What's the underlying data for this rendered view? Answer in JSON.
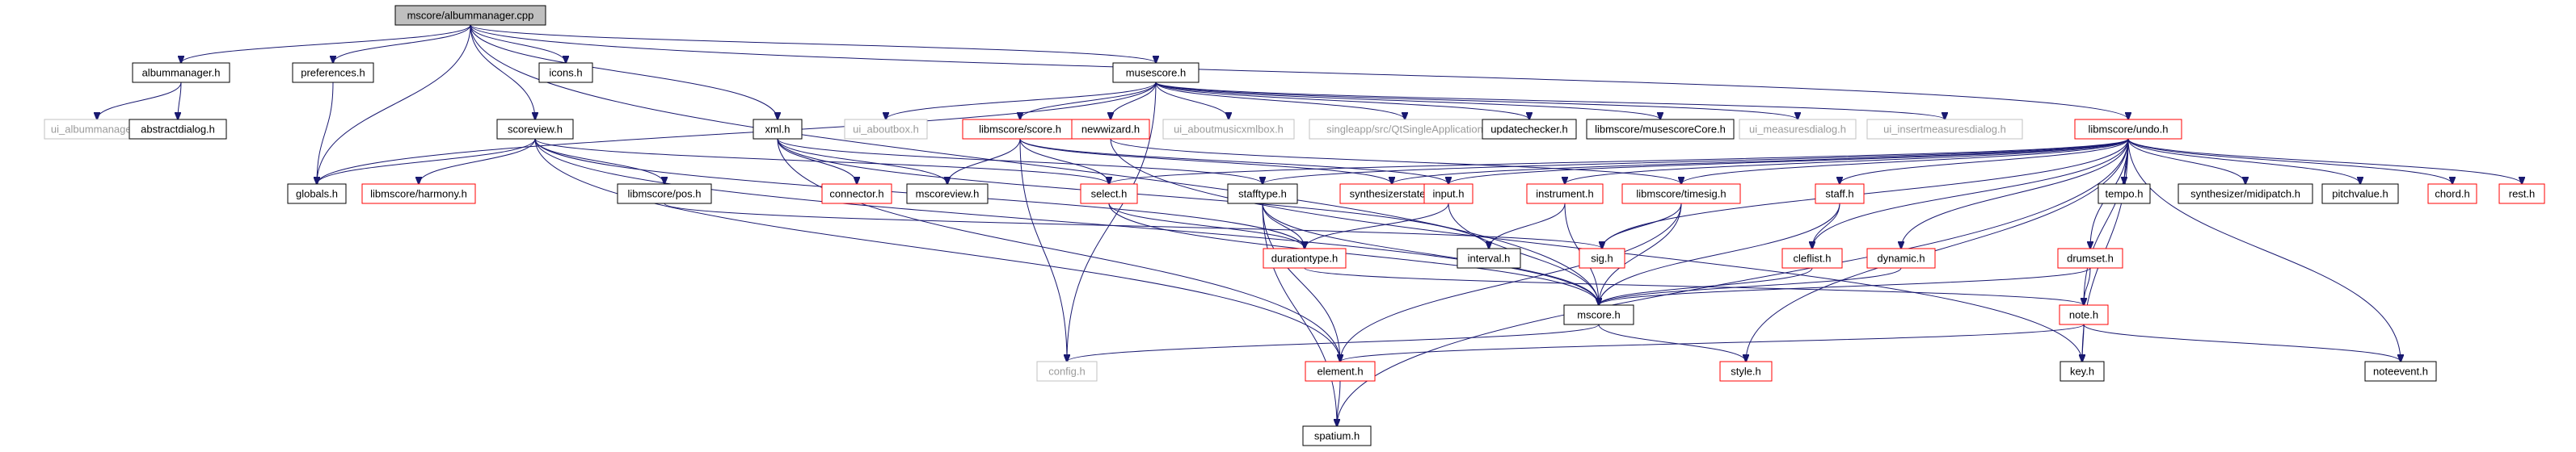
{
  "colors": {
    "edge": "#191970",
    "root_fill": "#bfbfbf",
    "normal_border": "#000000",
    "linked_border": "#ff0000",
    "ui_border": "#c0c0c0",
    "ui_text": "#9a9a9a"
  },
  "nodes": [
    {
      "id": "root",
      "label": "mscore/albummanager.cpp",
      "kind": "root"
    },
    {
      "id": "albummanager_h",
      "label": "albummanager.h",
      "kind": "normal"
    },
    {
      "id": "preferences_h",
      "label": "preferences.h",
      "kind": "normal"
    },
    {
      "id": "icons_h",
      "label": "icons.h",
      "kind": "normal"
    },
    {
      "id": "musescore_h",
      "label": "musescore.h",
      "kind": "normal"
    },
    {
      "id": "ui_albummanager_h",
      "label": "ui_albummanager.h",
      "kind": "ui"
    },
    {
      "id": "abstractdialog_h",
      "label": "abstractdialog.h",
      "kind": "normal"
    },
    {
      "id": "globals_h",
      "label": "globals.h",
      "kind": "normal"
    },
    {
      "id": "scoreview_h",
      "label": "scoreview.h",
      "kind": "normal"
    },
    {
      "id": "xml_h",
      "label": "xml.h",
      "kind": "normal"
    },
    {
      "id": "ui_aboutbox_h",
      "label": "ui_aboutbox.h",
      "kind": "ui"
    },
    {
      "id": "libmscore_score_h",
      "label": "libmscore/score.h",
      "kind": "linked"
    },
    {
      "id": "newwizard_h",
      "label": "newwizard.h",
      "kind": "linked"
    },
    {
      "id": "ui_aboutmusicxmlbox_h",
      "label": "ui_aboutmusicxmlbox.h",
      "kind": "ui"
    },
    {
      "id": "qtsingleapp",
      "label": "singleapp/src/QtSingleApplication",
      "kind": "ui"
    },
    {
      "id": "updatechecker_h",
      "label": "updatechecker.h",
      "kind": "normal"
    },
    {
      "id": "musescorecore_h",
      "label": "libmscore/musescoreCore.h",
      "kind": "normal"
    },
    {
      "id": "ui_measuresdialog_h",
      "label": "ui_measuresdialog.h",
      "kind": "ui"
    },
    {
      "id": "ui_insertmeasuresdialog_h",
      "label": "ui_insertmeasuresdialog.h",
      "kind": "ui"
    },
    {
      "id": "libmscore_undo_h",
      "label": "libmscore/undo.h",
      "kind": "linked"
    },
    {
      "id": "libmscore_harmony_h",
      "label": "libmscore/harmony.h",
      "kind": "linked"
    },
    {
      "id": "libmscore_pos_h",
      "label": "libmscore/pos.h",
      "kind": "normal"
    },
    {
      "id": "connector_h",
      "label": "connector.h",
      "kind": "linked"
    },
    {
      "id": "mscoreview_h",
      "label": "mscoreview.h",
      "kind": "normal"
    },
    {
      "id": "select_h",
      "label": "select.h",
      "kind": "linked"
    },
    {
      "id": "stafftype_h",
      "label": "stafftype.h",
      "kind": "normal"
    },
    {
      "id": "synthesizerstate_h",
      "label": "synthesizerstate.h",
      "kind": "linked"
    },
    {
      "id": "input_h",
      "label": "input.h",
      "kind": "linked"
    },
    {
      "id": "instrument_h",
      "label": "instrument.h",
      "kind": "linked"
    },
    {
      "id": "libmscore_timesig_h",
      "label": "libmscore/timesig.h",
      "kind": "linked"
    },
    {
      "id": "staff_h",
      "label": "staff.h",
      "kind": "linked"
    },
    {
      "id": "tempo_h",
      "label": "tempo.h",
      "kind": "normal"
    },
    {
      "id": "synth_midipatch_h",
      "label": "synthesizer/midipatch.h",
      "kind": "normal"
    },
    {
      "id": "pitchvalue_h",
      "label": "pitchvalue.h",
      "kind": "normal"
    },
    {
      "id": "chord_h",
      "label": "chord.h",
      "kind": "linked"
    },
    {
      "id": "rest_h",
      "label": "rest.h",
      "kind": "linked"
    },
    {
      "id": "durationtype_h",
      "label": "durationtype.h",
      "kind": "linked"
    },
    {
      "id": "interval_h",
      "label": "interval.h",
      "kind": "normal"
    },
    {
      "id": "sig_h",
      "label": "sig.h",
      "kind": "linked"
    },
    {
      "id": "clefflist_h",
      "label": "cleflist.h",
      "kind": "linked"
    },
    {
      "id": "dynamic_h",
      "label": "dynamic.h",
      "kind": "linked"
    },
    {
      "id": "drumset_h",
      "label": "drumset.h",
      "kind": "linked"
    },
    {
      "id": "mscore_h",
      "label": "mscore.h",
      "kind": "normal"
    },
    {
      "id": "note_h",
      "label": "note.h",
      "kind": "linked"
    },
    {
      "id": "config_h",
      "label": "config.h",
      "kind": "ui"
    },
    {
      "id": "element_h",
      "label": "element.h",
      "kind": "linked"
    },
    {
      "id": "style_h",
      "label": "style.h",
      "kind": "linked"
    },
    {
      "id": "key_h",
      "label": "key.h",
      "kind": "normal"
    },
    {
      "id": "noteevent_h",
      "label": "noteevent.h",
      "kind": "normal"
    },
    {
      "id": "spatium_h",
      "label": "spatium.h",
      "kind": "normal"
    }
  ],
  "edges": [
    [
      "root",
      "albummanager_h"
    ],
    [
      "root",
      "preferences_h"
    ],
    [
      "root",
      "icons_h"
    ],
    [
      "root",
      "musescore_h"
    ],
    [
      "root",
      "globals_h"
    ],
    [
      "root",
      "scoreview_h"
    ],
    [
      "root",
      "xml_h"
    ],
    [
      "root",
      "libmscore_undo_h"
    ],
    [
      "root",
      "mscore_h"
    ],
    [
      "albummanager_h",
      "ui_albummanager_h"
    ],
    [
      "albummanager_h",
      "abstractdialog_h"
    ],
    [
      "preferences_h",
      "globals_h"
    ],
    [
      "musescore_h",
      "globals_h"
    ],
    [
      "musescore_h",
      "ui_aboutbox_h"
    ],
    [
      "musescore_h",
      "libmscore_score_h"
    ],
    [
      "musescore_h",
      "newwizard_h"
    ],
    [
      "musescore_h",
      "ui_aboutmusicxmlbox_h"
    ],
    [
      "musescore_h",
      "qtsingleapp"
    ],
    [
      "musescore_h",
      "updatechecker_h"
    ],
    [
      "musescore_h",
      "musescorecore_h"
    ],
    [
      "musescore_h",
      "ui_measuresdialog_h"
    ],
    [
      "musescore_h",
      "ui_insertmeasuresdialog_h"
    ],
    [
      "musescore_h",
      "config_h"
    ],
    [
      "scoreview_h",
      "globals_h"
    ],
    [
      "scoreview_h",
      "libmscore_harmony_h"
    ],
    [
      "scoreview_h",
      "libmscore_pos_h"
    ],
    [
      "scoreview_h",
      "mscore_h"
    ],
    [
      "scoreview_h",
      "durationtype_h"
    ],
    [
      "scoreview_h",
      "element_h"
    ],
    [
      "scoreview_h",
      "select_h"
    ],
    [
      "xml_h",
      "connector_h"
    ],
    [
      "xml_h",
      "mscoreview_h"
    ],
    [
      "xml_h",
      "stafftype_h"
    ],
    [
      "xml_h",
      "interval_h"
    ],
    [
      "xml_h",
      "element_h"
    ],
    [
      "libmscore_score_h",
      "mscoreview_h"
    ],
    [
      "libmscore_score_h",
      "select_h"
    ],
    [
      "libmscore_score_h",
      "synthesizerstate_h"
    ],
    [
      "libmscore_score_h",
      "config_h"
    ],
    [
      "libmscore_score_h",
      "input_h"
    ],
    [
      "newwizard_h",
      "libmscore_timesig_h"
    ],
    [
      "newwizard_h",
      "key_h"
    ],
    [
      "libmscore_pos_h",
      "sig_h"
    ],
    [
      "libmscore_undo_h",
      "select_h"
    ],
    [
      "libmscore_undo_h",
      "stafftype_h"
    ],
    [
      "libmscore_undo_h",
      "synthesizerstate_h"
    ],
    [
      "libmscore_undo_h",
      "input_h"
    ],
    [
      "libmscore_undo_h",
      "instrument_h"
    ],
    [
      "libmscore_undo_h",
      "libmscore_timesig_h"
    ],
    [
      "libmscore_undo_h",
      "staff_h"
    ],
    [
      "libmscore_undo_h",
      "tempo_h"
    ],
    [
      "libmscore_undo_h",
      "synth_midipatch_h"
    ],
    [
      "libmscore_undo_h",
      "pitchvalue_h"
    ],
    [
      "libmscore_undo_h",
      "chord_h"
    ],
    [
      "libmscore_undo_h",
      "rest_h"
    ],
    [
      "libmscore_undo_h",
      "clefflist_h"
    ],
    [
      "libmscore_undo_h",
      "dynamic_h"
    ],
    [
      "libmscore_undo_h",
      "drumset_h"
    ],
    [
      "libmscore_undo_h",
      "note_h"
    ],
    [
      "libmscore_undo_h",
      "sig_h"
    ],
    [
      "libmscore_undo_h",
      "style_h"
    ],
    [
      "libmscore_undo_h",
      "key_h"
    ],
    [
      "libmscore_undo_h",
      "noteevent_h"
    ],
    [
      "libmscore_undo_h",
      "spatium_h"
    ],
    [
      "select_h",
      "durationtype_h"
    ],
    [
      "select_h",
      "mscore_h"
    ],
    [
      "stafftype_h",
      "durationtype_h"
    ],
    [
      "stafftype_h",
      "element_h"
    ],
    [
      "stafftype_h",
      "mscore_h"
    ],
    [
      "stafftype_h",
      "spatium_h"
    ],
    [
      "input_h",
      "durationtype_h"
    ],
    [
      "input_h",
      "mscore_h"
    ],
    [
      "instrument_h",
      "interval_h"
    ],
    [
      "instrument_h",
      "mscore_h"
    ],
    [
      "libmscore_timesig_h",
      "sig_h"
    ],
    [
      "libmscore_timesig_h",
      "mscore_h"
    ],
    [
      "libmscore_timesig_h",
      "element_h"
    ],
    [
      "staff_h",
      "clefflist_h"
    ],
    [
      "staff_h",
      "mscore_h"
    ],
    [
      "clefflist_h",
      "mscore_h"
    ],
    [
      "dynamic_h",
      "mscore_h"
    ],
    [
      "drumset_h",
      "mscore_h"
    ],
    [
      "drumset_h",
      "note_h"
    ],
    [
      "durationtype_h",
      "note_h"
    ],
    [
      "mscore_h",
      "config_h"
    ],
    [
      "mscore_h",
      "style_h"
    ],
    [
      "note_h",
      "element_h"
    ],
    [
      "note_h",
      "key_h"
    ],
    [
      "note_h",
      "noteevent_h"
    ],
    [
      "element_h",
      "spatium_h"
    ]
  ]
}
